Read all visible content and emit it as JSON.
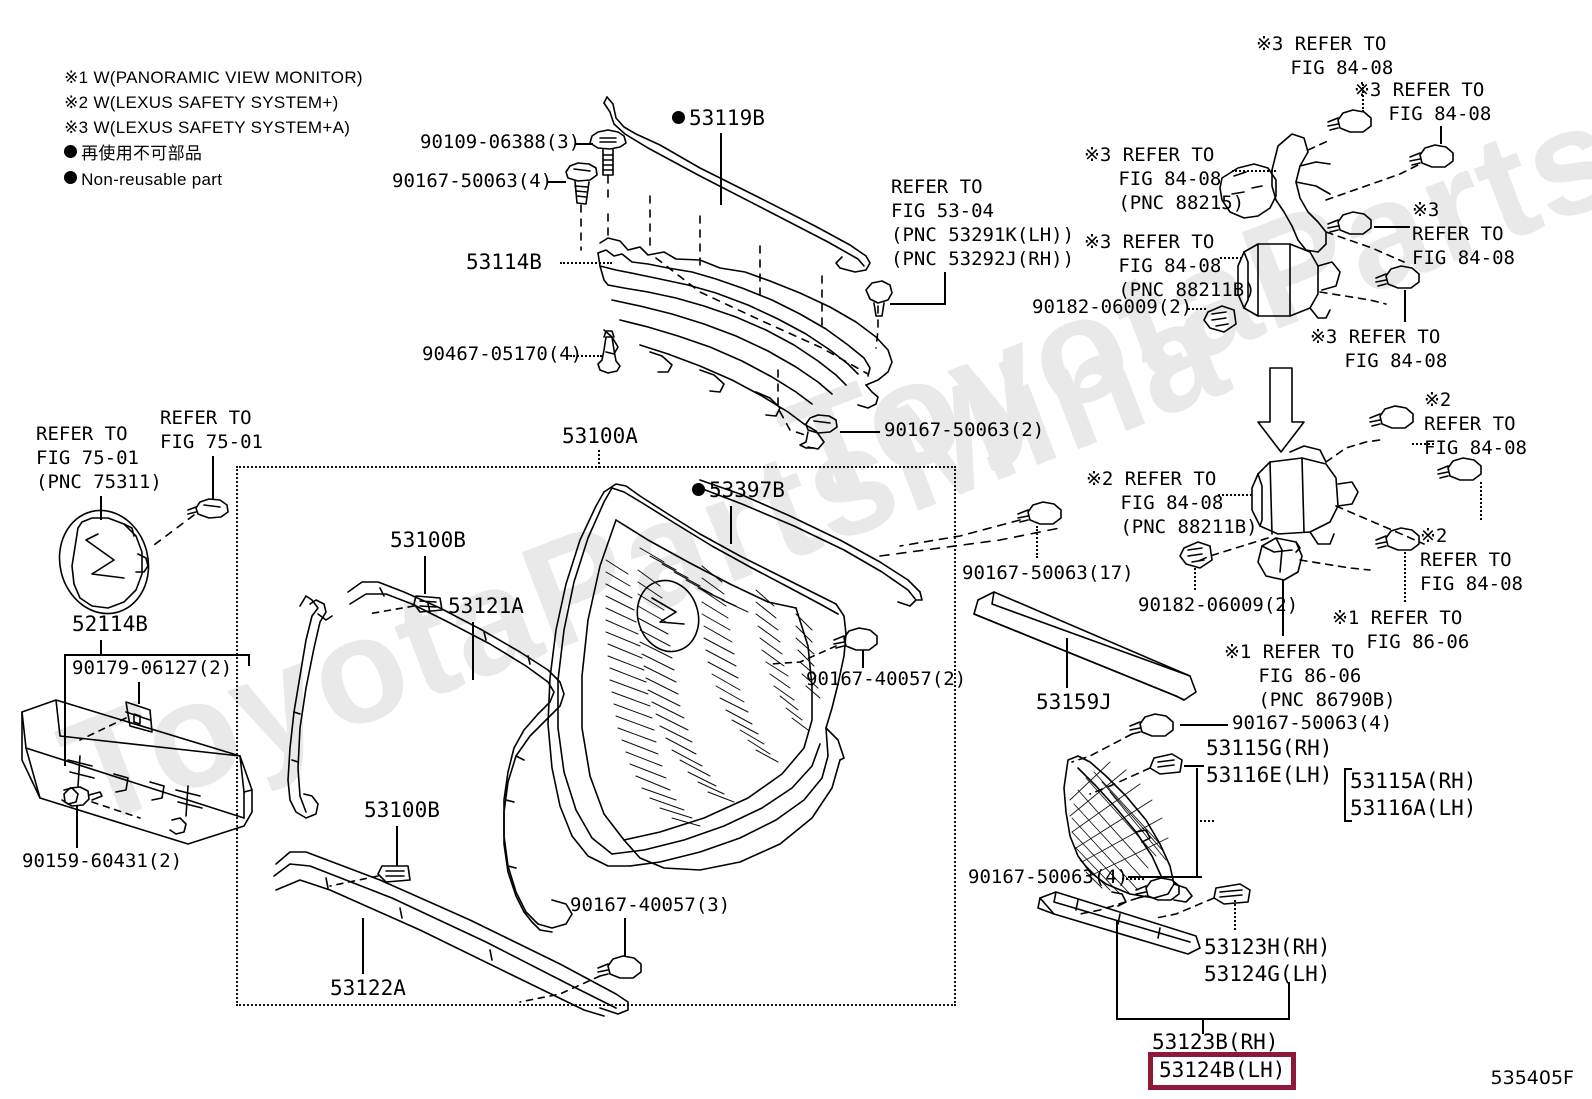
{
  "diagram": {
    "id_code": "535405F",
    "watermark": "ToyotaPartsMina"
  },
  "legend": {
    "items": [
      {
        "marker": "※1",
        "text": "W(PANORAMIC VIEW MONITOR)"
      },
      {
        "marker": "※2",
        "text": "W(LEXUS SAFETY SYSTEM+)"
      },
      {
        "marker": "※3",
        "text": "W(LEXUS SAFETY SYSTEM+A)"
      },
      {
        "marker": "●",
        "text": "再使用不可部品"
      },
      {
        "marker": "●",
        "text": "Non-reusable part"
      }
    ]
  },
  "labels": {
    "bolt_90109_06388": "90109-06388(3)",
    "bolt_90167_50063_4a": "90167-50063(4)",
    "part_53119B": "53119B",
    "part_53114B": "53114B",
    "clip_90467_05170": "90467-05170(4)",
    "bolt_90167_50063_2": "90167-50063(2)",
    "refer_5304": "REFER TO\nFIG 53-04\n(PNC 53291K(LH))\n(PNC 53292J(RH))",
    "refer_7501_pnc": "REFER TO\nFIG 75-01\n(PNC 75311)",
    "refer_7501": "REFER TO\nFIG 75-01",
    "part_52114B": "52114B",
    "clip_90179_06127": "90179-06127(2)",
    "bolt_90159_60431": "90159-60431(2)",
    "part_53100A": "53100A",
    "part_53100B_top": "53100B",
    "part_53121A": "53121A",
    "part_53397B": "53397B",
    "bolt_90167_40057_2": "90167-40057(2)",
    "part_53100B_bottom": "53100B",
    "part_53122A": "53122A",
    "bolt_90167_40057_3": "90167-40057(3)",
    "bolt_90167_50063_17": "90167-50063(17)",
    "part_53159J": "53159J",
    "refer_8408_a": "※3 REFER TO\n   FIG 84-08",
    "refer_8408_b": "※3 REFER TO\n   FIG 84-08",
    "refer_8408_pnc88215": "※3 REFER TO\n   FIG 84-08\n   (PNC 88215)",
    "refer_8408_c": "※3\nREFER TO\nFIG 84-08",
    "refer_8408_d": "※3 REFER TO\n   FIG 84-08",
    "refer_8408_pnc88211B_top": "※3 REFER TO\n   FIG 84-08\n   (PNC 88211B)",
    "refer_8408_e": "※3 REFER TO\n   FIG 84-08",
    "nut_90182_06009_top": "90182-06009(2)",
    "refer_8408_f": "※2\nREFER TO\nFIG 84-08",
    "refer_8408_pnc88211B_bottom": "※2 REFER TO\n   FIG 84-08\n   (PNC 88211B)",
    "refer_8408_g": "※2\nREFER TO\nFIG 84-08",
    "nut_90182_06009_bottom": "90182-06009(2)",
    "refer_8606_a": "※1 REFER TO\n   FIG 86-06",
    "refer_8606_pnc86790B": "※1 REFER TO\n   FIG 86-06\n   (PNC 86790B)",
    "bolt_90167_50063_4b": "90167-50063(4)",
    "part_53115G_53116E": "53115G(RH)\n53116E(LH)",
    "part_53115A_53116A": "53115A(RH)\n53116A(LH)",
    "bolt_90167_50063_4c": "90167-50063(4)",
    "part_53123H_53124G": "53123H(RH)\n53124G(LH)",
    "part_53123B_RH": "53123B(RH)",
    "part_53124B_LH": "53124B(LH)"
  },
  "colors": {
    "highlight_border": "#8e1838",
    "line": "#000000",
    "background": "#ffffff",
    "watermark": "#e9e9e9"
  }
}
